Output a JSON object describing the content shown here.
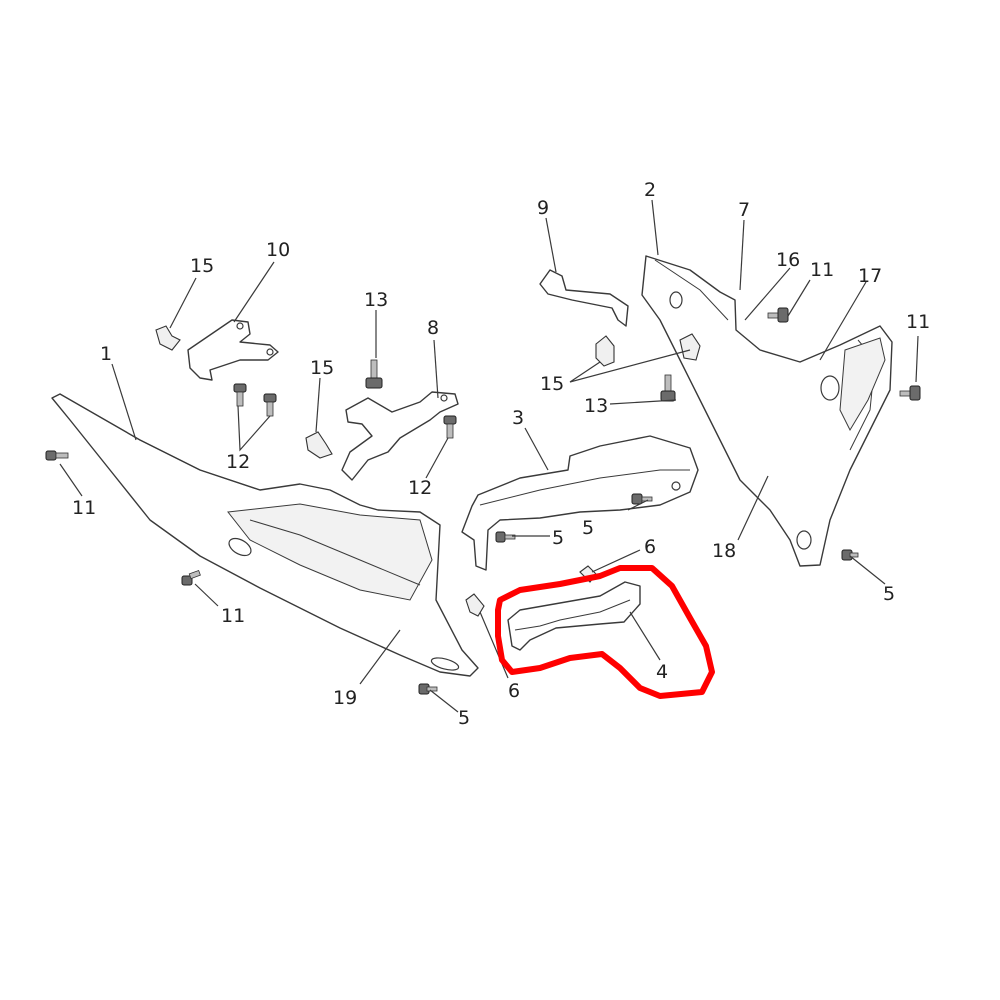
{
  "highlight_color": "#ff0000",
  "line_color": "#3a3a3a",
  "callouts": [
    {
      "id": "c1",
      "text": "1"
    },
    {
      "id": "c2",
      "text": "2"
    },
    {
      "id": "c3",
      "text": "3"
    },
    {
      "id": "c4",
      "text": "4"
    },
    {
      "id": "c5a",
      "text": "5"
    },
    {
      "id": "c5b",
      "text": "5"
    },
    {
      "id": "c5c",
      "text": "5"
    },
    {
      "id": "c5d",
      "text": "5"
    },
    {
      "id": "c6a",
      "text": "6"
    },
    {
      "id": "c6b",
      "text": "6"
    },
    {
      "id": "c7",
      "text": "7"
    },
    {
      "id": "c8",
      "text": "8"
    },
    {
      "id": "c9",
      "text": "9"
    },
    {
      "id": "c10",
      "text": "10"
    },
    {
      "id": "c11a",
      "text": "11"
    },
    {
      "id": "c11b",
      "text": "11"
    },
    {
      "id": "c11c",
      "text": "11"
    },
    {
      "id": "c11d",
      "text": "11"
    },
    {
      "id": "c12a",
      "text": "12"
    },
    {
      "id": "c12b",
      "text": "12"
    },
    {
      "id": "c13a",
      "text": "13"
    },
    {
      "id": "c13b",
      "text": "13"
    },
    {
      "id": "c15a",
      "text": "15"
    },
    {
      "id": "c15b",
      "text": "15"
    },
    {
      "id": "c15c",
      "text": "15"
    },
    {
      "id": "c16",
      "text": "16"
    },
    {
      "id": "c17",
      "text": "17"
    },
    {
      "id": "c18",
      "text": "18"
    },
    {
      "id": "c19",
      "text": "19"
    }
  ]
}
